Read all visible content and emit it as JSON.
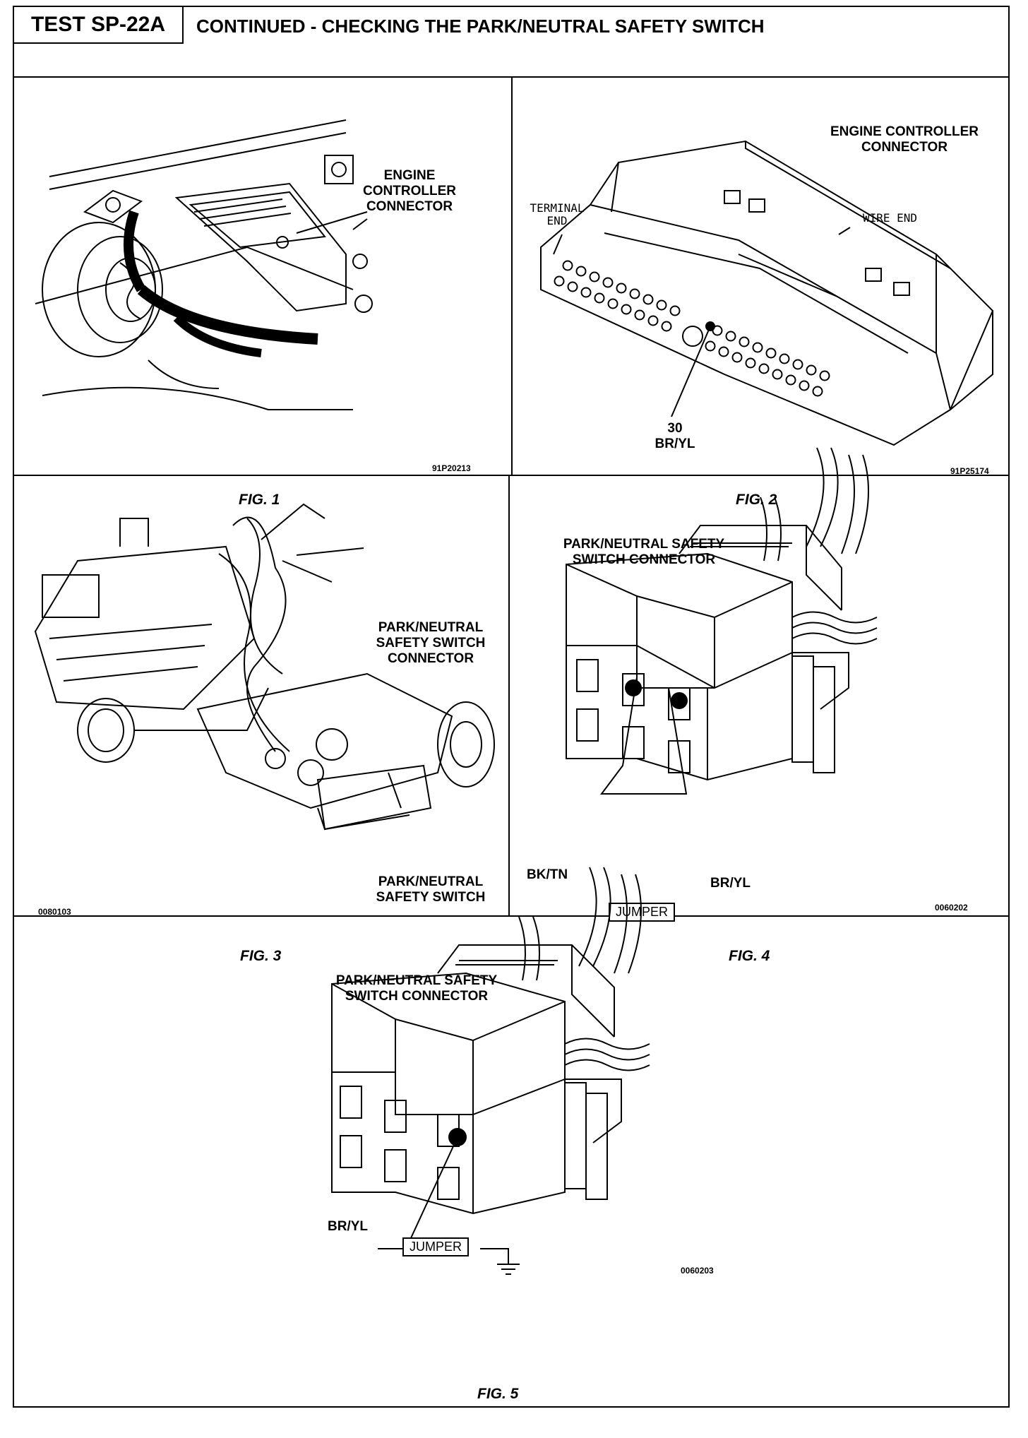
{
  "header": {
    "test_id": "TEST SP-22A",
    "title": "CONTINUED - CHECKING THE PARK/NEUTRAL SAFETY SWITCH"
  },
  "fig1": {
    "callout": [
      "ENGINE",
      "CONTROLLER",
      "CONNECTOR"
    ],
    "code": "91P20213",
    "caption": "FIG. 1"
  },
  "fig2": {
    "title": [
      "ENGINE CONTROLLER",
      "CONNECTOR"
    ],
    "terminal_end": [
      "TERMINAL",
      "END"
    ],
    "wire_end": "WIRE END",
    "pin_number": "30",
    "pin_color": "BR/YL",
    "code": "91P25174",
    "caption": "FIG. 2"
  },
  "fig3": {
    "callout_connector": [
      "PARK/NEUTRAL",
      "SAFETY SWITCH",
      "CONNECTOR"
    ],
    "callout_switch": [
      "PARK/NEUTRAL",
      "SAFETY SWITCH"
    ],
    "code": "0080103",
    "caption": "FIG. 3"
  },
  "fig4": {
    "title": [
      "PARK/NEUTRAL SAFETY",
      "SWITCH CONNECTOR"
    ],
    "wire_left": "BK/TN",
    "wire_right": "BR/YL",
    "jumper": "JUMPER",
    "code": "0060202",
    "caption": "FIG. 4"
  },
  "fig5": {
    "title": [
      "PARK/NEUTRAL SAFETY",
      "SWITCH CONNECTOR"
    ],
    "wire": "BR/YL",
    "jumper": "JUMPER",
    "code": "0060203",
    "caption": "FIG. 5"
  }
}
